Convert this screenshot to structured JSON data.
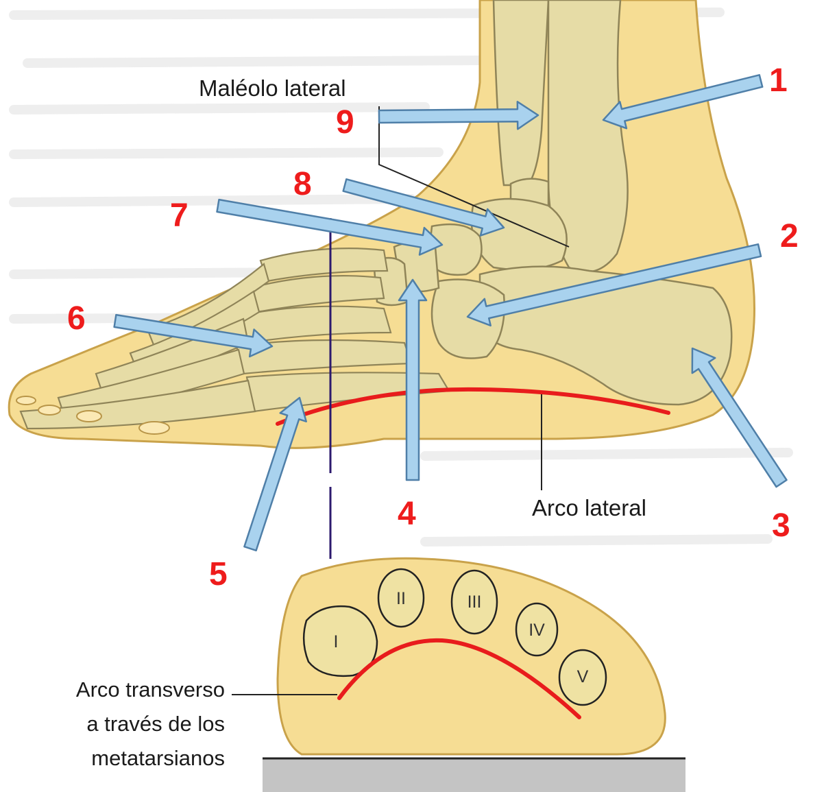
{
  "labels": {
    "malleolus": "Maléolo lateral",
    "lateral_arch": "Arco lateral",
    "transverse_arch_line1": "Arco transverso",
    "transverse_arch_line2": "a través de los",
    "transverse_arch_line3": "metatarsianos"
  },
  "markers": [
    "1",
    "2",
    "3",
    "4",
    "5",
    "6",
    "7",
    "8",
    "9"
  ],
  "metatarsals": [
    "I",
    "II",
    "III",
    "IV",
    "V"
  ],
  "colors": {
    "skin": "#f6dd94",
    "skin_edge": "#c9a24a",
    "bone": "#e6dca6",
    "bone_edge": "#8f8458",
    "arch_line": "#e81c1c",
    "arrow_fill": "#a9d2ee",
    "arrow_edge": "#4f7fa8",
    "marker_text": "#ee1c1c",
    "vertical_line": "#2c1a6e"
  }
}
